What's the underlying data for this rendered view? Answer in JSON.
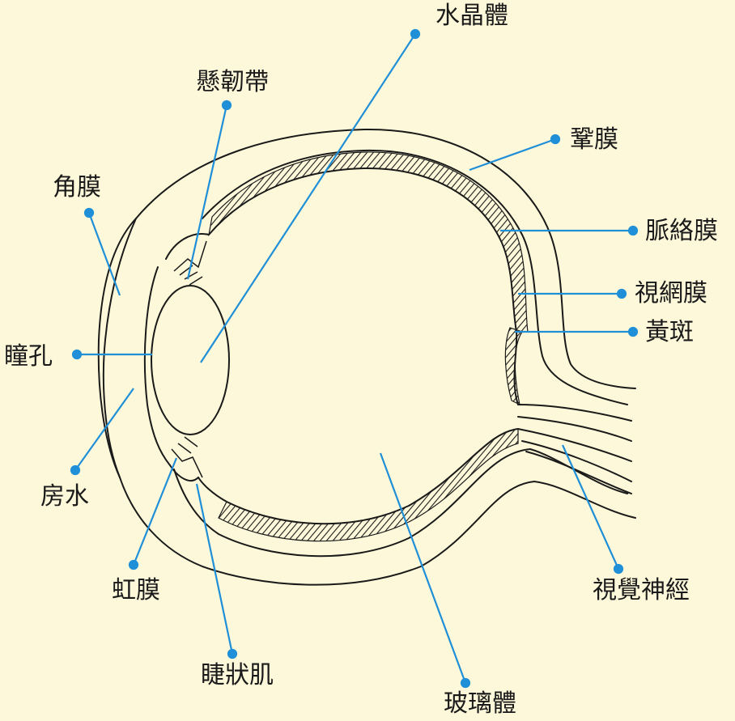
{
  "colors": {
    "background": "#fdf8d9",
    "leader_line": "#1f8fd8",
    "anatomy_stroke": "#1a1a1a"
  },
  "labels": {
    "lens": "水晶體",
    "zonule": "懸韌帶",
    "sclera": "鞏膜",
    "cornea": "角膜",
    "choroid": "脈絡膜",
    "retina": "視網膜",
    "macula": "黃斑",
    "pupil": "瞳孔",
    "aqueous": "房水",
    "iris": "虹膜",
    "ciliary": "睫狀肌",
    "vitreous": "玻璃體",
    "optic_nerve": "視覺神經"
  }
}
